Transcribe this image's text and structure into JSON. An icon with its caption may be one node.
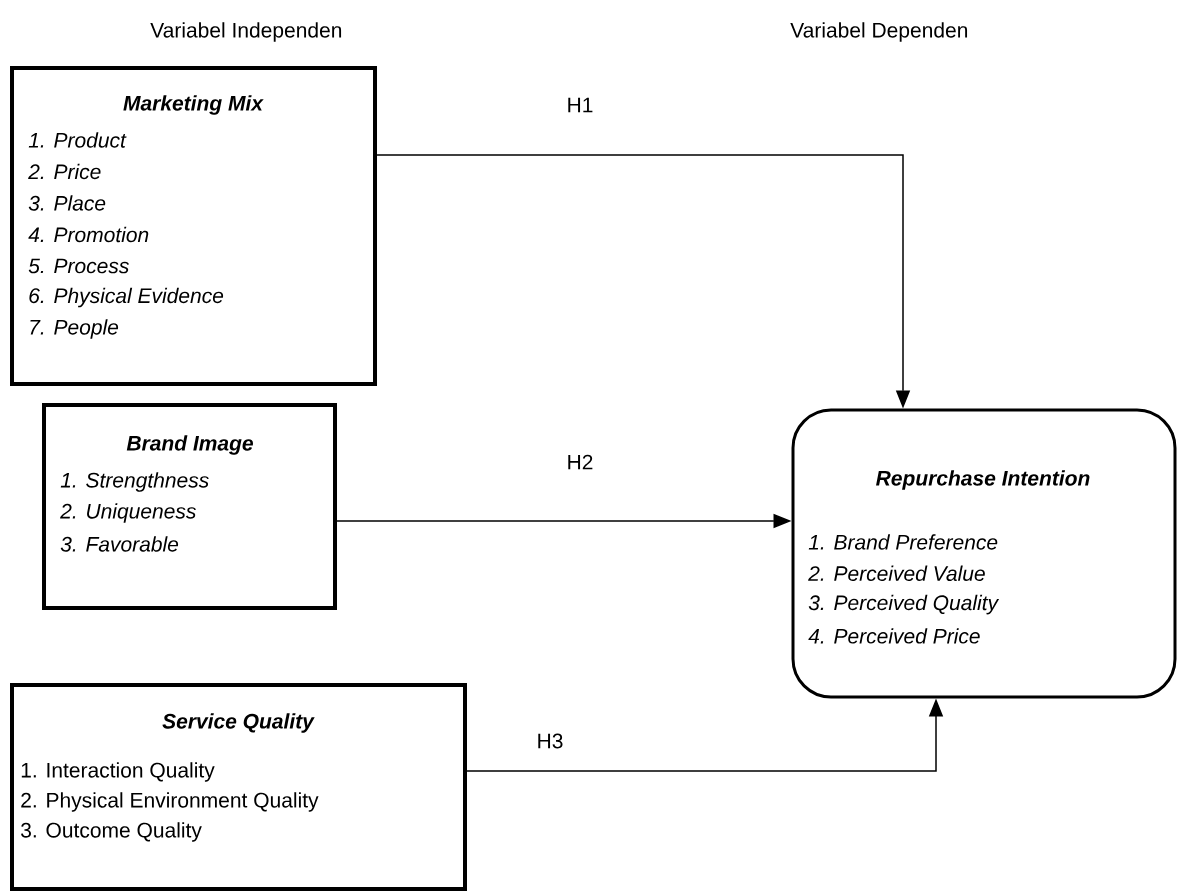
{
  "diagram": {
    "nodes": [
      {
        "text": [
          "Marketing Mix",
          "1. Product",
          "2. Price",
          "3. Place",
          "4. Promotion",
          "5. Process",
          "6. Physical Evidence",
          "7. People"
        ]
      },
      {
        "text": [
          "Brand Image",
          "1. Strengthness",
          "2. Uniqueness",
          "3. Favorable"
        ]
      },
      {
        "text": [
          "Service Quality",
          "1. Interaction Quality",
          "2. Physical Environment Quality",
          "3. Outcome Quality"
        ]
      },
      {
        "text": [
          "Repurchase Intention",
          "1. Brand Preference",
          "2. Perceived Value",
          "3. Perceived Quality",
          "4. Perceived Price"
        ]
      }
    ],
    "edges": [
      {
        "from": 0,
        "to": 3,
        "arrow": "to",
        "label": "H1"
      },
      {
        "from": 1,
        "to": 3,
        "arrow": "to",
        "label": "H2"
      },
      {
        "from": 2,
        "to": 3,
        "arrow": "to",
        "label": "H3"
      }
    ],
    "labels": [
      "Variabel Independen",
      "Variabel Dependen"
    ]
  }
}
